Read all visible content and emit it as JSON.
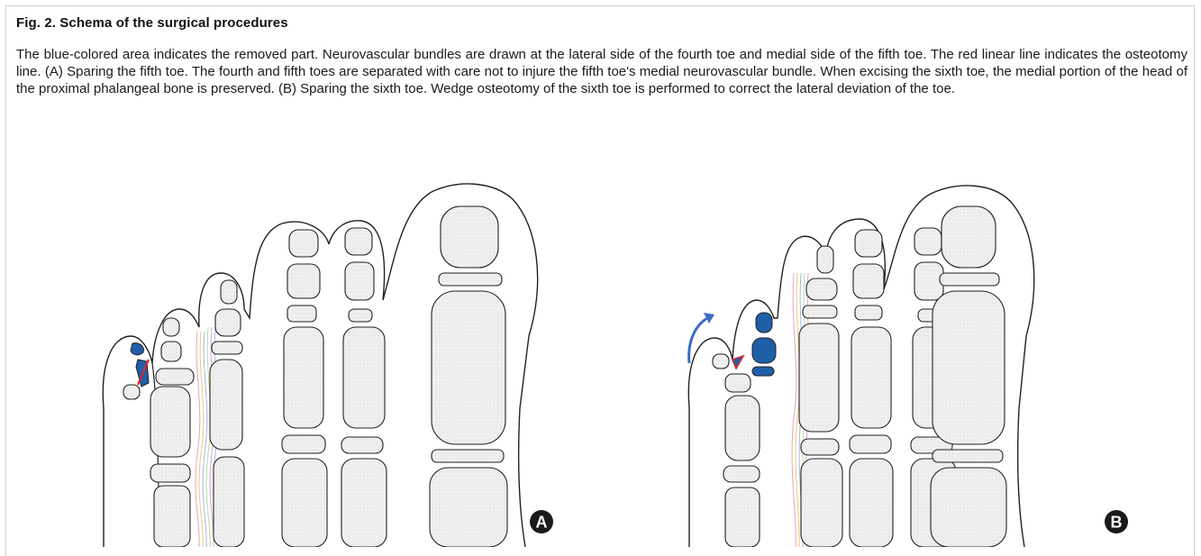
{
  "figure": {
    "title": "Fig. 2. Schema of the surgical procedures",
    "caption": "The blue-colored area indicates the removed part. Neurovascular bundles are drawn at the lateral side of the fourth toe and medial side of the fifth toe. The red linear line indicates the osteotomy line. (A) Sparing the fifth toe. The fourth and fifth toes are separated with care not to injure the fifth toe's medial neurovascular bundle. When excising the sixth toe, the medial portion of the head of the proximal phalangeal bone is preserved. (B) Sparing the sixth toe. Wedge osteotomy of the sixth toe is performed to correct the lateral deviation of the toe."
  },
  "panels": [
    {
      "label": "A",
      "removed_color": "#1f5fa8",
      "osteotomy_color": "#d12a2a"
    },
    {
      "label": "B",
      "removed_color": "#1f5fa8",
      "osteotomy_color": "#d12a2a",
      "arrow_color": "#3b6bc4"
    }
  ],
  "colors": {
    "outline": "#222222",
    "bone_fill": "#ececec",
    "nerve_lines": [
      "#e9a0c6",
      "#f2c96b",
      "#9fb6e6",
      "#b7d99a",
      "#d7a3d8"
    ],
    "badge": "#1a1a1a"
  }
}
